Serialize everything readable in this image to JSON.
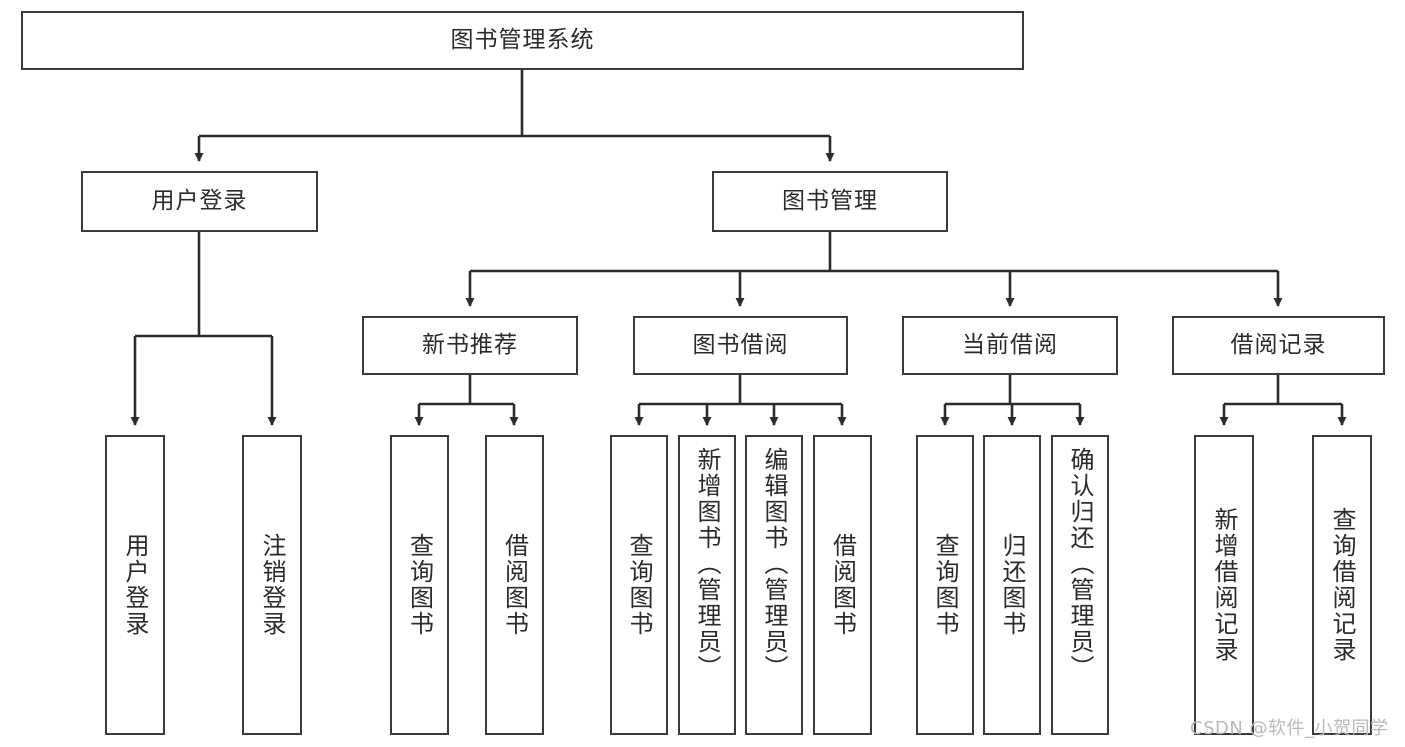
{
  "diagram": {
    "title": "图书管理系统",
    "type": "tree-hierarchy-chart",
    "colors": {
      "stroke": "#3a3a3a",
      "background": "#ffffff",
      "text": "#2b2b2b",
      "watermark": "#b9b9b9"
    },
    "root": {
      "label": "图书管理系统"
    },
    "level2": [
      {
        "label": "用户登录"
      },
      {
        "label": "图书管理"
      }
    ],
    "level3": [
      {
        "label": "新书推荐"
      },
      {
        "label": "图书借阅"
      },
      {
        "label": "当前借阅"
      },
      {
        "label": "借阅记录"
      }
    ],
    "leaves": {
      "user_login": [
        {
          "label": "用户登录"
        },
        {
          "label": "注销登录"
        }
      ],
      "new_book_recommend": [
        {
          "label": "查询图书"
        },
        {
          "label": "借阅图书"
        }
      ],
      "book_borrow": [
        {
          "label": "查询图书"
        },
        {
          "label": "新增图书（管理员）"
        },
        {
          "label": "编辑图书（管理员）"
        },
        {
          "label": "借阅图书"
        }
      ],
      "current_borrow": [
        {
          "label": "查询图书"
        },
        {
          "label": "归还图书"
        },
        {
          "label": "确认归还（管理员）"
        }
      ],
      "borrow_record": [
        {
          "label": "新增借阅记录"
        },
        {
          "label": "查询借阅记录"
        }
      ]
    }
  },
  "watermark": {
    "text": "CSDN @软件_小贺同学"
  }
}
